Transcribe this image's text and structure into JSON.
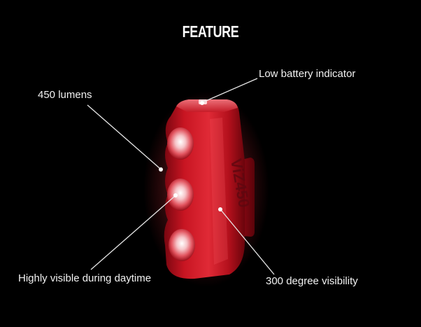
{
  "page": {
    "title": "FEATURE"
  },
  "callouts": {
    "lumens": "450 lumens",
    "low_battery": "Low battery indicator",
    "daytime": "Highly visible during daytime",
    "visibility": "300 degree visibility"
  },
  "product": {
    "brand_text": "ViZ450",
    "accent_color": "#d6001c",
    "body_color": "#b0101c"
  }
}
